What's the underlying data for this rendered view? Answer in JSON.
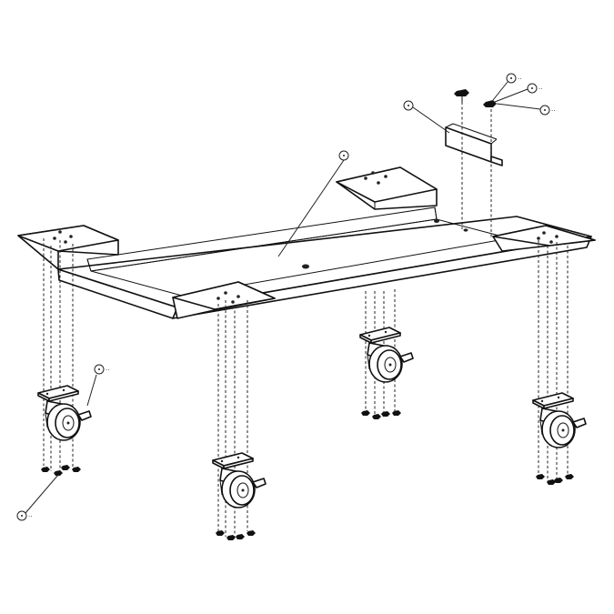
{
  "diagram": {
    "type": "exploded-assembly",
    "parts": [
      "base-frame",
      "corner-mount-bracket",
      "caster-wheel",
      "mounting-plate",
      "bolt",
      "washer",
      "nut"
    ],
    "callouts": [
      {
        "id": "callout-frame",
        "label": "··"
      },
      {
        "id": "callout-plate",
        "label": "··"
      },
      {
        "id": "callout-bolt",
        "label": "··"
      },
      {
        "id": "callout-washer",
        "label": "··"
      },
      {
        "id": "callout-nut-top",
        "label": "··"
      },
      {
        "id": "callout-caster",
        "label": "··"
      },
      {
        "id": "callout-nut-bottom",
        "label": "··"
      }
    ],
    "colors": {
      "line": "#111111",
      "background": "#ffffff"
    }
  }
}
